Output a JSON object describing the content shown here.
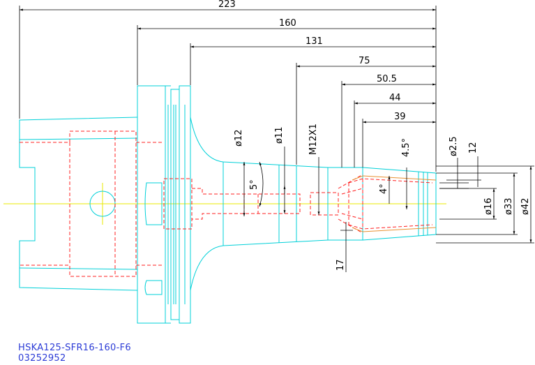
{
  "drawing": {
    "dims": {
      "len_223": "223",
      "len_160": "160",
      "len_131": "131",
      "len_75": "75",
      "len_50_5": "50.5",
      "len_44": "44",
      "len_39": "39",
      "len_17": "17",
      "len_12": "12"
    },
    "diameters": {
      "d12": "ø12",
      "d11": "ø11",
      "thread": "M12X1",
      "d2_5": "ø2.5",
      "d16": "ø16",
      "d33": "ø33",
      "d42": "ø42"
    },
    "angles": {
      "a5": "5°",
      "a4_5": "4.5°",
      "a4": "4°"
    }
  },
  "title_block": {
    "part_name": "HSKA125-SFR16-160-F6",
    "part_number": "03252952"
  },
  "colors": {
    "outline": "#00d0d8",
    "hidden": "#ff2020",
    "centerline": "#e8e800",
    "dimension": "#000000",
    "title_text": "#2b3bd6"
  }
}
